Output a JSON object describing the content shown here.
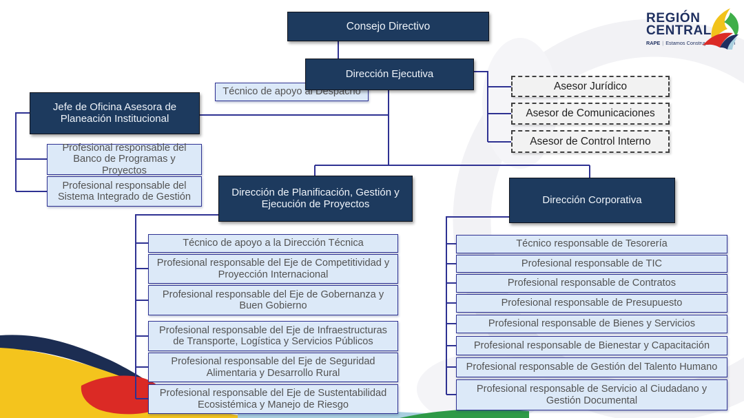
{
  "logo": {
    "name_line1": "REGIÓN",
    "name_line2": "CENTRAL",
    "tagline_bold": "RAPE",
    "tagline_sep": "|",
    "tagline_text": "Estamos Construyendo Región"
  },
  "org": {
    "consejo_directivo": "Consejo Directivo",
    "direccion_ejecutiva": "Dirección Ejecutiva",
    "tecnico_despacho": "Técnico de apoyo al Despacho",
    "asesores": [
      "Asesor Jurídico",
      "Asesor de Comunicaciones",
      "Asesor de Control Interno"
    ],
    "jefe_oficina": "Jefe de Oficina Asesora de Planeación Institucional",
    "oficina_staff": [
      "Profesional responsable del Banco de Programas y Proyectos",
      "Profesional responsable del Sistema Integrado de Gestión"
    ],
    "direccion_planificacion": "Dirección de Planificación, Gestión y Ejecución de Proyectos",
    "planificacion_staff": [
      "Técnico de apoyo a la Dirección Técnica",
      "Profesional responsable del Eje de Competitividad y Proyección Internacional",
      "Profesional responsable del Eje de Gobernanza y Buen Gobierno",
      "Profesional responsable del Eje de Infraestructuras de Transporte, Logística y Servicios Públicos",
      "Profesional responsable del Eje de Seguridad Alimentaria y Desarrollo Rural",
      "Profesional responsable del Eje de Sustentabilidad Ecosistémica y Manejo de Riesgo"
    ],
    "direccion_corporativa": "Dirección Corporativa",
    "corporativa_staff": [
      "Técnico responsable de Tesorería",
      "Profesional responsable de TIC",
      "Profesional responsable de Contratos",
      "Profesional responsable de Presupuesto",
      "Profesional responsable de Bienes y Servicios",
      "Profesional responsable de Bienestar y Capacitación",
      "Profesional responsable de Gestión del Talento Humano",
      "Profesional responsable de Servicio al Ciudadano y Gestión Documental"
    ]
  },
  "colors": {
    "node_primary": "#1d3a5e",
    "node_secondary_bg": "#dce9f8",
    "node_secondary_border": "#2e3192",
    "advisor_bg": "#f2f2f2",
    "advisor_border": "#3f3f3f",
    "connector": "#2e3192",
    "logo_navy": "#1f3060",
    "accent_yellow": "#f4c41d",
    "accent_red": "#db2a25",
    "accent_green": "#2e9a47",
    "accent_lightblue": "#a9cfdf"
  }
}
